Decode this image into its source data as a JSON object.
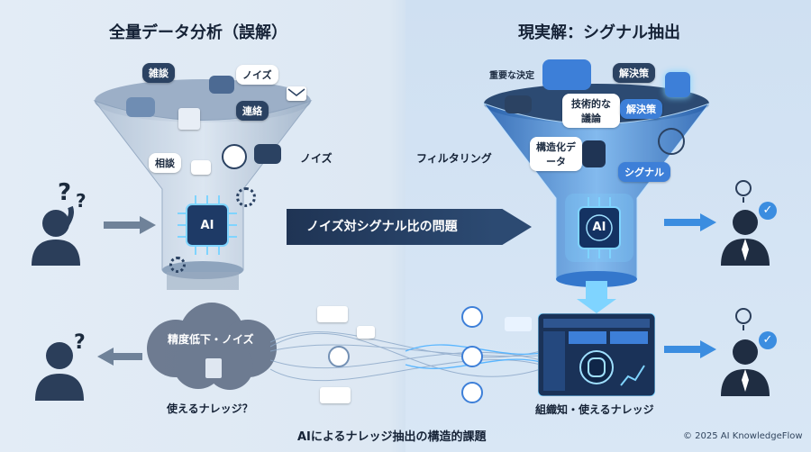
{
  "left": {
    "title": "全量データ分析（誤解）",
    "bubbles": [
      "雑談",
      "ノイズ",
      "連絡",
      "相談"
    ],
    "noise_label": "ノイズ",
    "cloud_label": "精度低下・ノイズ",
    "bottom_label": "使えるナレッジ？"
  },
  "right": {
    "title": "現実解：シグナル抽出",
    "bubbles": [
      "重要な決定",
      "解決策",
      "技術的な議論",
      "解決策",
      "構造化データ",
      "シグナル"
    ],
    "filter_label": "フィルタリング",
    "bottom_label": "組織知・使えるナレッジ"
  },
  "center": {
    "banner": "ノイズ対シグナル比の問題",
    "chip_text": "AI"
  },
  "footer": {
    "caption": "AIによるナレッジ抽出の構造的課題",
    "copyright": "© 2025 AI KnowledgeFlow"
  },
  "colors": {
    "dark_navy": "#1f3454",
    "accent_blue": "#3d7fd8",
    "glow_cyan": "#7fd4ff",
    "check_blue": "#3b8de0"
  },
  "icons": [
    "confused-person-icon",
    "question-mark-icon",
    "chat-icon",
    "mail-icon",
    "globe-icon",
    "ai-chip-icon",
    "gear-icon",
    "database-icon",
    "lightbulb-icon",
    "businessman-icon",
    "checkmark-badge-icon",
    "document-icon",
    "dashboard-icon",
    "network-icon",
    "user-card-icon"
  ]
}
